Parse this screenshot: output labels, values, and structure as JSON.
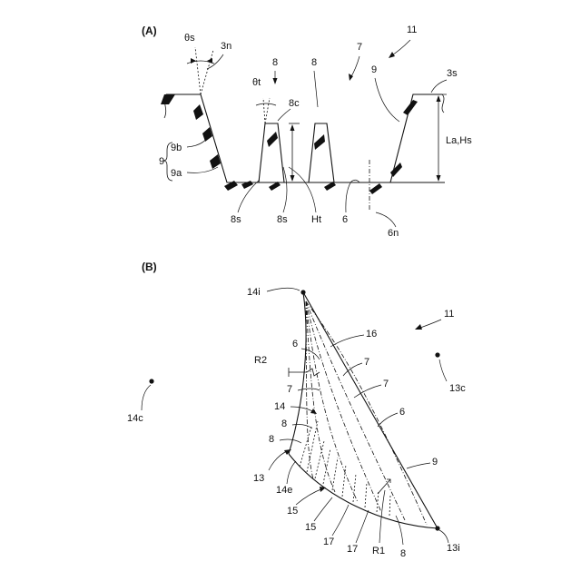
{
  "panel_a": {
    "label": "(A)",
    "theta_s": "θs",
    "l_3n": "3n",
    "l_8a": "8",
    "l_8b": "8",
    "l_7": "7",
    "l_11": "11",
    "theta_t": "θt",
    "l_8c": "8c",
    "l_9": "9",
    "l_3s": "3s",
    "l_9b": "9b",
    "l_9left": "9",
    "l_9a": "9a",
    "l_la_hs": "La,Hs",
    "l_8s_1": "8s",
    "l_8s_2": "8s",
    "l_ht": "Ht",
    "l_6": "6",
    "l_6n": "6n"
  },
  "panel_b": {
    "label": "(B)",
    "l_14i": "14i",
    "l_16": "16",
    "l_11": "11",
    "l_6a": "6",
    "l_r2": "R2",
    "l_7a": "7",
    "l_7b": "7",
    "l_7c": "7",
    "l_13c": "13c",
    "l_14": "14",
    "l_6b": "6",
    "l_14c": "14c",
    "l_8a": "8",
    "l_8b": "8",
    "l_9": "9",
    "l_13": "13",
    "l_14e": "14e",
    "l_15a": "15",
    "l_15b": "15",
    "l_17a": "17",
    "l_17b": "17",
    "l_r1": "R1",
    "l_8c": "8",
    "l_13i": "13i"
  }
}
